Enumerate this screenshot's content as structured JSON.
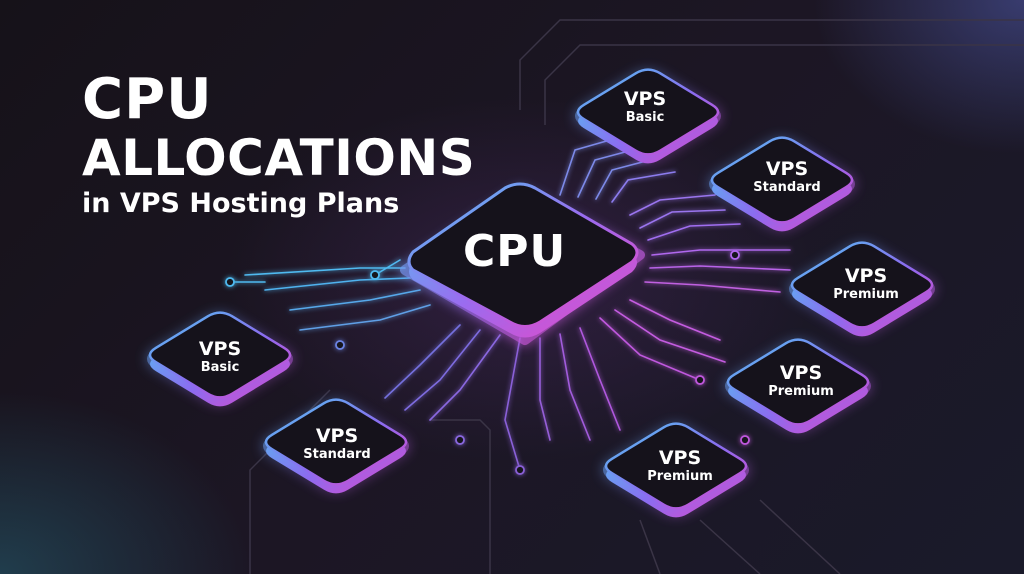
{
  "heading": {
    "line1": "CPU",
    "line2": "ALLOCATIONS",
    "line3": "in VPS Hosting Plans"
  },
  "cpu": {
    "label": "CPU"
  },
  "nodes": [
    {
      "label": "VPS",
      "tier": "Basic"
    },
    {
      "label": "VPS",
      "tier": "Standard"
    },
    {
      "label": "VPS",
      "tier": "Premium"
    },
    {
      "label": "VPS",
      "tier": "Premium"
    },
    {
      "label": "VPS",
      "tier": "Premium"
    },
    {
      "label": "VPS",
      "tier": "Basic"
    },
    {
      "label": "VPS",
      "tier": "Standard"
    }
  ],
  "colors": {
    "background": "#17131d",
    "cyan": "#4fc6f2",
    "purple": "#8b6cf0",
    "magenta": "#e046c8",
    "chip_face": "#15121b"
  }
}
